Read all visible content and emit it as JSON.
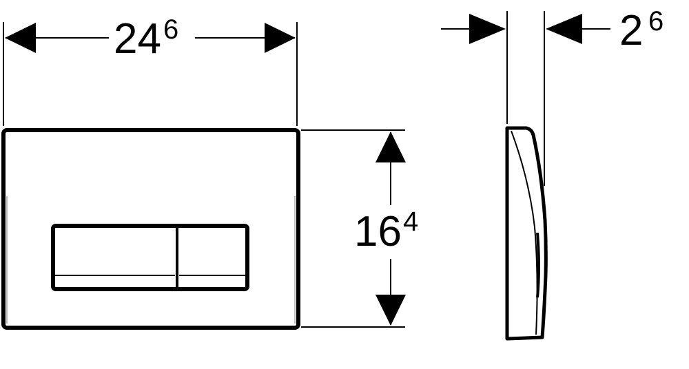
{
  "dimensions": {
    "width": {
      "main": "24",
      "sup": "6"
    },
    "height": {
      "main": "16",
      "sup": "4"
    },
    "depth": {
      "main": "2",
      "sup": "6"
    }
  },
  "colors": {
    "line": "#000000",
    "background": "#ffffff"
  }
}
